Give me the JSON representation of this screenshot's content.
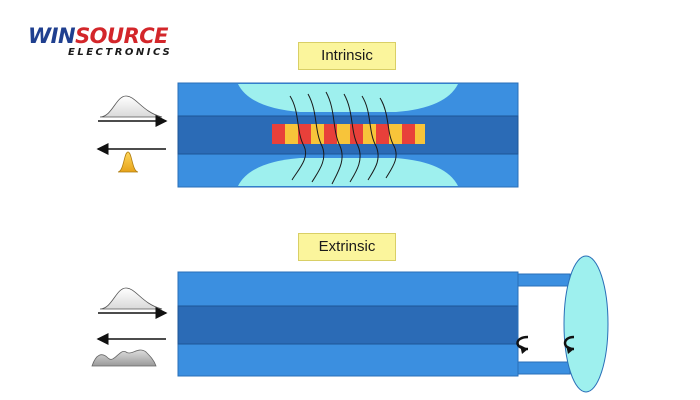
{
  "logo": {
    "brand_part1": "WIN",
    "brand_part2": "SOURCE",
    "subtitle": "ELECTRONICS",
    "colors": {
      "win": "#1f3f8f",
      "source": "#d3262a"
    }
  },
  "panels": {
    "top": {
      "label": "Intrinsic"
    },
    "bottom": {
      "label": "Extrinsic"
    }
  },
  "colors": {
    "cladding": "#3b8fe0",
    "core": "#2b6bb6",
    "interaction_region": "#9ef0ee",
    "grating_red": "#e8403a",
    "grating_yellow": "#f7c43a",
    "input_pulse": "#f2f2f2",
    "reflected_pulse_intrinsic": "#f5b82a",
    "reflected_signal_extrinsic": "#a8a8a8"
  }
}
